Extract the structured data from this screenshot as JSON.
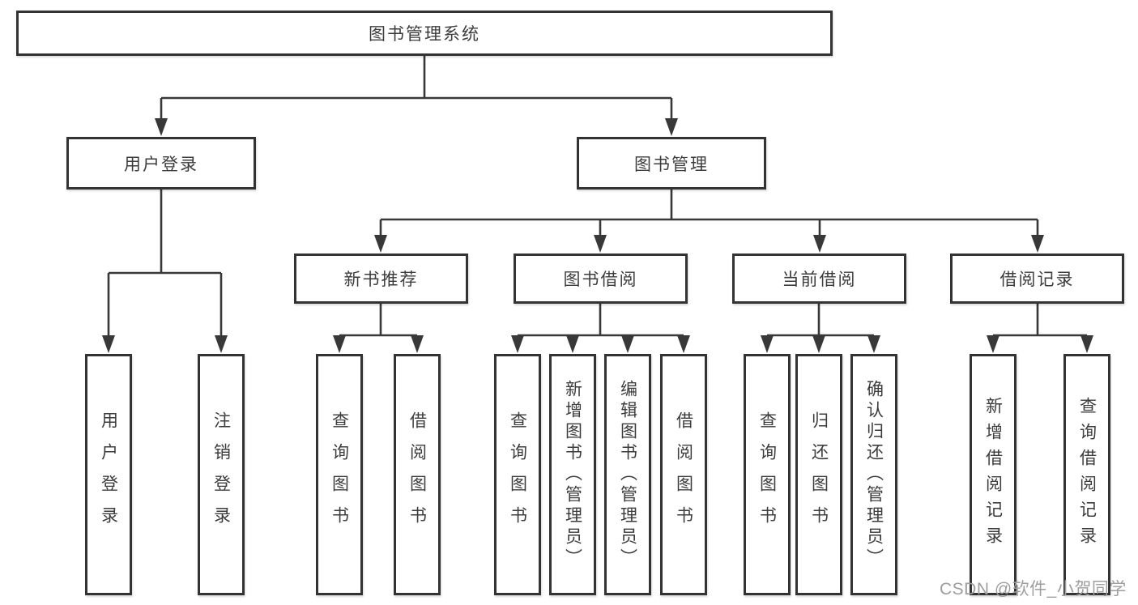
{
  "diagram": {
    "root": {
      "label": "图书管理系统"
    },
    "branches": [
      {
        "label": "用户登录",
        "children": [
          {
            "label": "用户登录"
          },
          {
            "label": "注销登录"
          }
        ]
      },
      {
        "label": "图书管理",
        "children": [
          {
            "label": "新书推荐",
            "children": [
              {
                "label": "查询图书"
              },
              {
                "label": "借阅图书"
              }
            ]
          },
          {
            "label": "图书借阅",
            "children": [
              {
                "label": "查询图书"
              },
              {
                "label": "新增图书（管理员）"
              },
              {
                "label": "编辑图书（管理员）"
              },
              {
                "label": "借阅图书"
              }
            ]
          },
          {
            "label": "当前借阅",
            "children": [
              {
                "label": "查询图书"
              },
              {
                "label": "归还图书"
              },
              {
                "label": "确认归还（管理员）"
              }
            ]
          },
          {
            "label": "借阅记录",
            "children": [
              {
                "label": "新增借阅记录"
              },
              {
                "label": "查询借阅记录"
              }
            ]
          }
        ]
      }
    ]
  },
  "watermark": {
    "text": "CSDN @软件_小贺同学"
  },
  "colors": {
    "line": "#383838",
    "box_border": "#333333",
    "box_fill": "#ffffff",
    "text": "#3c3c3c",
    "watermark": "#9e9e9e",
    "background": "#ffffff"
  }
}
